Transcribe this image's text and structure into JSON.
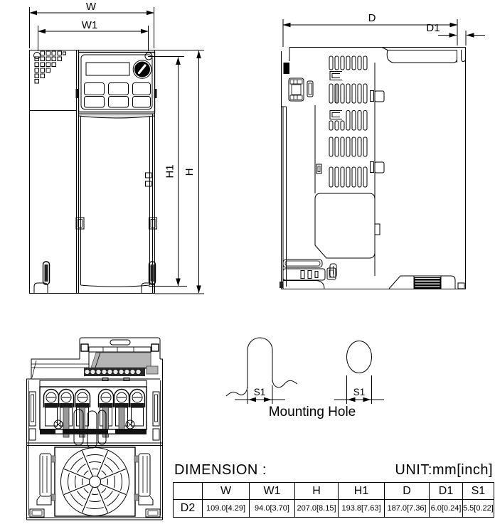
{
  "front_view": {
    "dim_w": "W",
    "dim_w1": "W1",
    "dim_h": "H",
    "dim_h1": "H1"
  },
  "side_view": {
    "dim_d": "D",
    "dim_d1": "D1"
  },
  "mounting_hole": {
    "dim_s1_slot": "S1",
    "dim_s1_round": "S1",
    "caption": "Mounting Hole"
  },
  "dimension_table": {
    "title": "DIMENSION :",
    "unit": "UNIT:mm[inch]",
    "headers": [
      "",
      "W",
      "W1",
      "H",
      "H1",
      "D",
      "D1",
      "S1"
    ],
    "rows": [
      {
        "model": "D2",
        "values": [
          "109.0[4.29]",
          "94.0[3.70]",
          "207.0[8.15]",
          "193.8[7.63]",
          "187.0[7.36]",
          "6.0[0.24]",
          "5.5[0.22]"
        ]
      }
    ]
  },
  "colors": {
    "line": "#000000",
    "fill_gray": "#b5b5b5",
    "background": "#ffffff"
  }
}
